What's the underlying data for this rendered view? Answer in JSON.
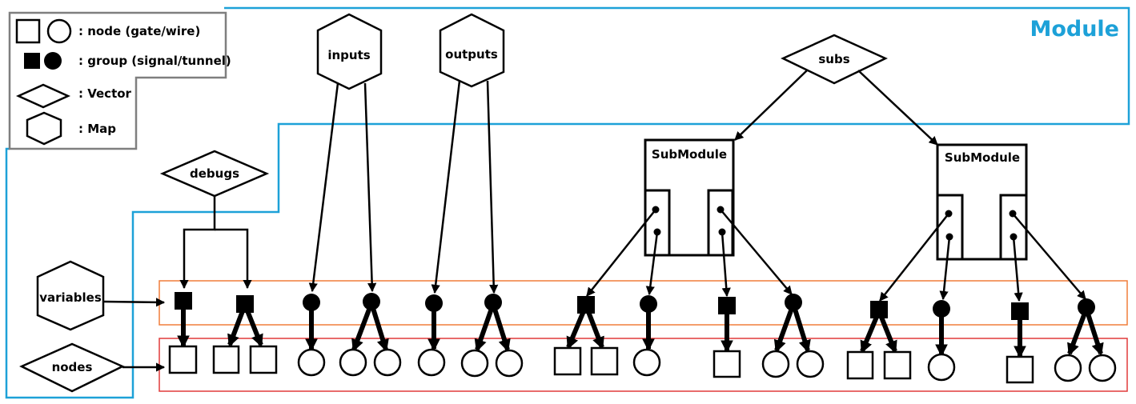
{
  "module": {
    "title": "Module",
    "border_color": "#1da1d8"
  },
  "legend": {
    "items": [
      {
        "text": ": node (gate/wire)"
      },
      {
        "text": ": group (signal/tunnel)"
      },
      {
        "text": ": Vector"
      },
      {
        "text": ": Map"
      }
    ],
    "border_color": "#7f7f7f"
  },
  "labels": {
    "debugs": "debugs",
    "inputs": "inputs",
    "outputs": "outputs",
    "subs": "subs",
    "variables": "variables",
    "nodes": "nodes",
    "submodule": "SubModule"
  },
  "bands": {
    "variables_color": "#f07d3a",
    "nodes_color": "#e03a3a"
  }
}
